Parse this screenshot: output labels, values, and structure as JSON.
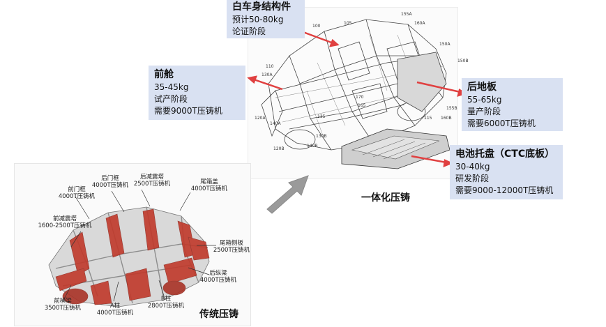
{
  "callouts": {
    "body_in_white": {
      "title": "白车身结构件",
      "lines": [
        "预计50-80kg",
        "论证阶段"
      ]
    },
    "front_cabin": {
      "title": "前舱",
      "lines": [
        "35-45kg",
        "试产阶段",
        "需要9000T压铸机"
      ]
    },
    "rear_floor": {
      "title": "后地板",
      "lines": [
        "55-65kg",
        "量产阶段",
        "需要6000T压铸机"
      ]
    },
    "battery_tray": {
      "title": "电池托盘（CTC底板）",
      "lines": [
        "30-40kg",
        "研发阶段",
        "需要9000-12000T压铸机"
      ]
    }
  },
  "integrated": {
    "caption": "一体化压铸",
    "refs": [
      "100",
      "105",
      "155A",
      "160A",
      "150A",
      "150B",
      "110",
      "130A",
      "120A",
      "140A",
      "130B",
      "140B",
      "120B",
      "135",
      "170",
      "165",
      "115",
      "160B",
      "155B"
    ]
  },
  "traditional": {
    "caption": "传统压铸",
    "parts": [
      {
        "name": "前门框",
        "tonnage": "4000T压铸机"
      },
      {
        "name": "后门框",
        "tonnage": "4000T压铸机"
      },
      {
        "name": "后减震塔",
        "tonnage": "2500T压铸机"
      },
      {
        "name": "尾箱盖",
        "tonnage": "4000T压铸机"
      },
      {
        "name": "前减震塔",
        "tonnage": "1600-2500T压铸机"
      },
      {
        "name": "尾箱侧板",
        "tonnage": "2500T压铸机"
      },
      {
        "name": "后纵梁",
        "tonnage": "4000T压铸机"
      },
      {
        "name": "前横梁",
        "tonnage": "3500T压铸机"
      },
      {
        "name": "A柱",
        "tonnage": "4000T压铸机"
      },
      {
        "name": "B柱",
        "tonnage": "2800T压铸机"
      }
    ]
  },
  "colors": {
    "callout_bg": "#d9e1f2",
    "arrow_red": "#e04040",
    "arrow_gray": "#9a9a9a",
    "body_red": "#c0392b"
  }
}
